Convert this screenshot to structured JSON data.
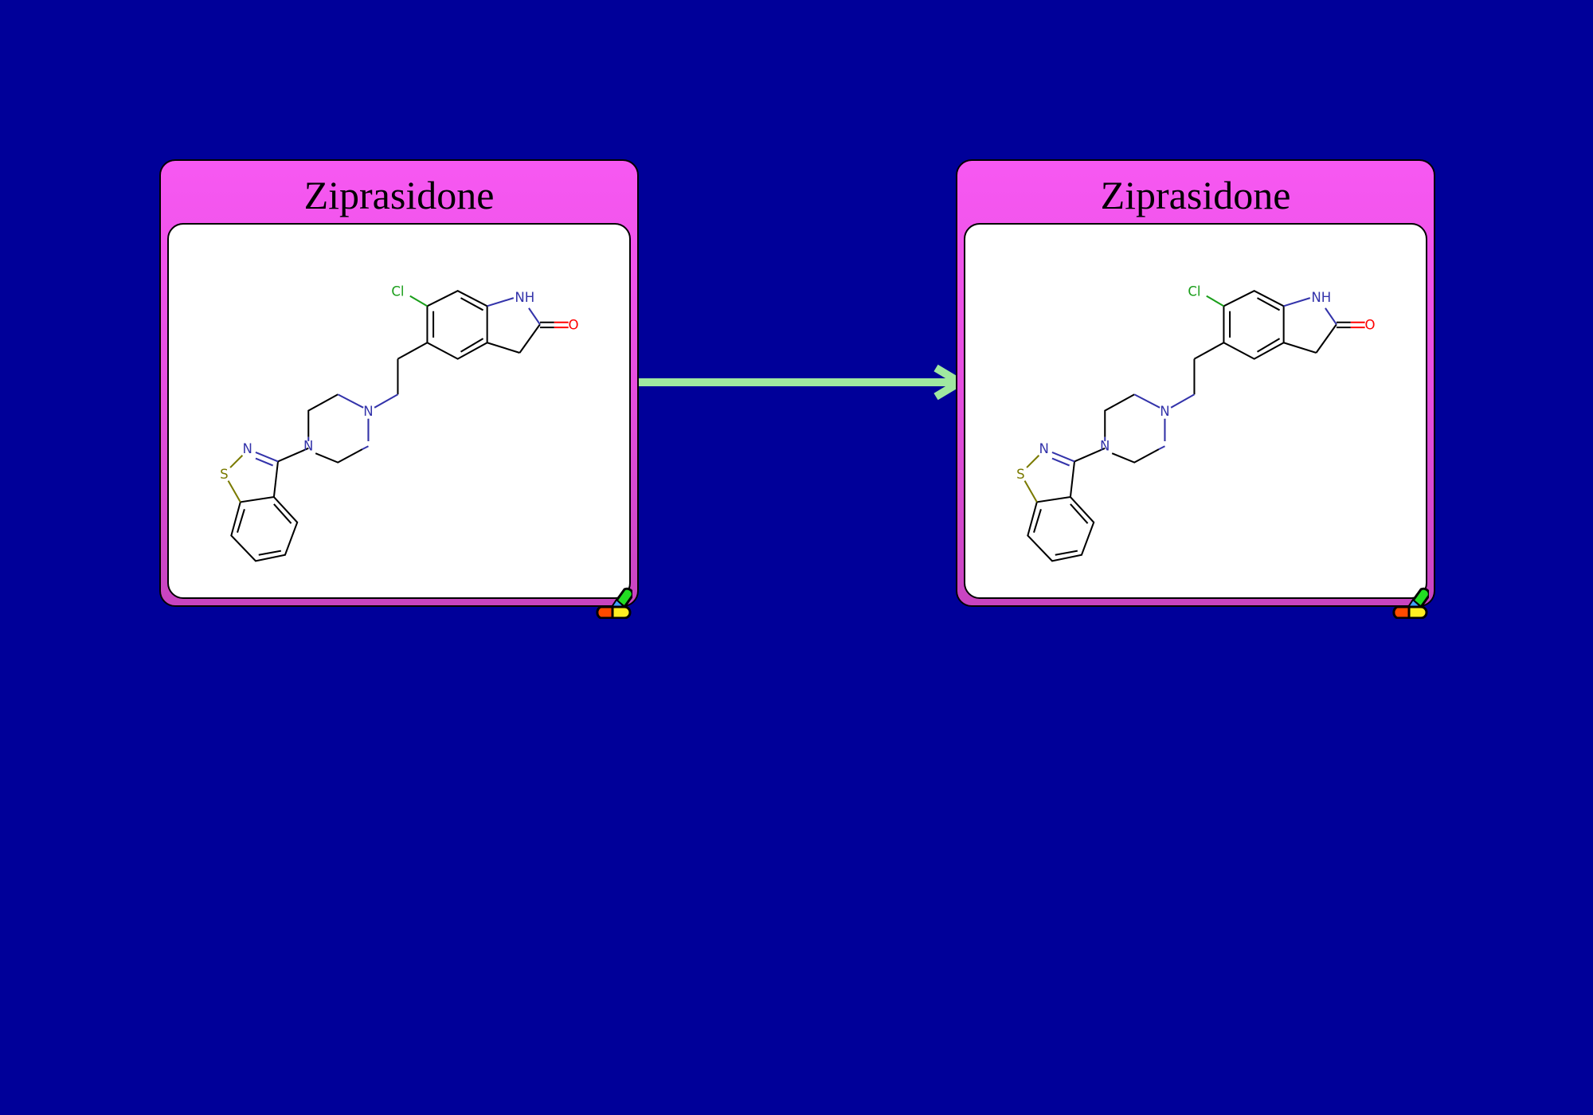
{
  "nodes": [
    {
      "title": "Ziprasidone",
      "atoms": {
        "cl": "Cl",
        "nh": "NH",
        "o": "O",
        "n1": "N",
        "n2": "N",
        "n3": "N",
        "s": "S"
      }
    },
    {
      "title": "Ziprasidone",
      "atoms": {
        "cl": "Cl",
        "nh": "NH",
        "o": "O",
        "n1": "N",
        "n2": "N",
        "n3": "N",
        "s": "S"
      }
    }
  ],
  "colors": {
    "background": "#000099",
    "card": "#f758f2",
    "arrow": "#a0e8a0",
    "chlorine": "#1a9e1a",
    "nitrogen": "#3333aa",
    "oxygen": "#ff0000",
    "sulfur": "#7a7a00"
  },
  "icons": {
    "badge": "pill-icon",
    "edge": "arrow-right-icon"
  }
}
